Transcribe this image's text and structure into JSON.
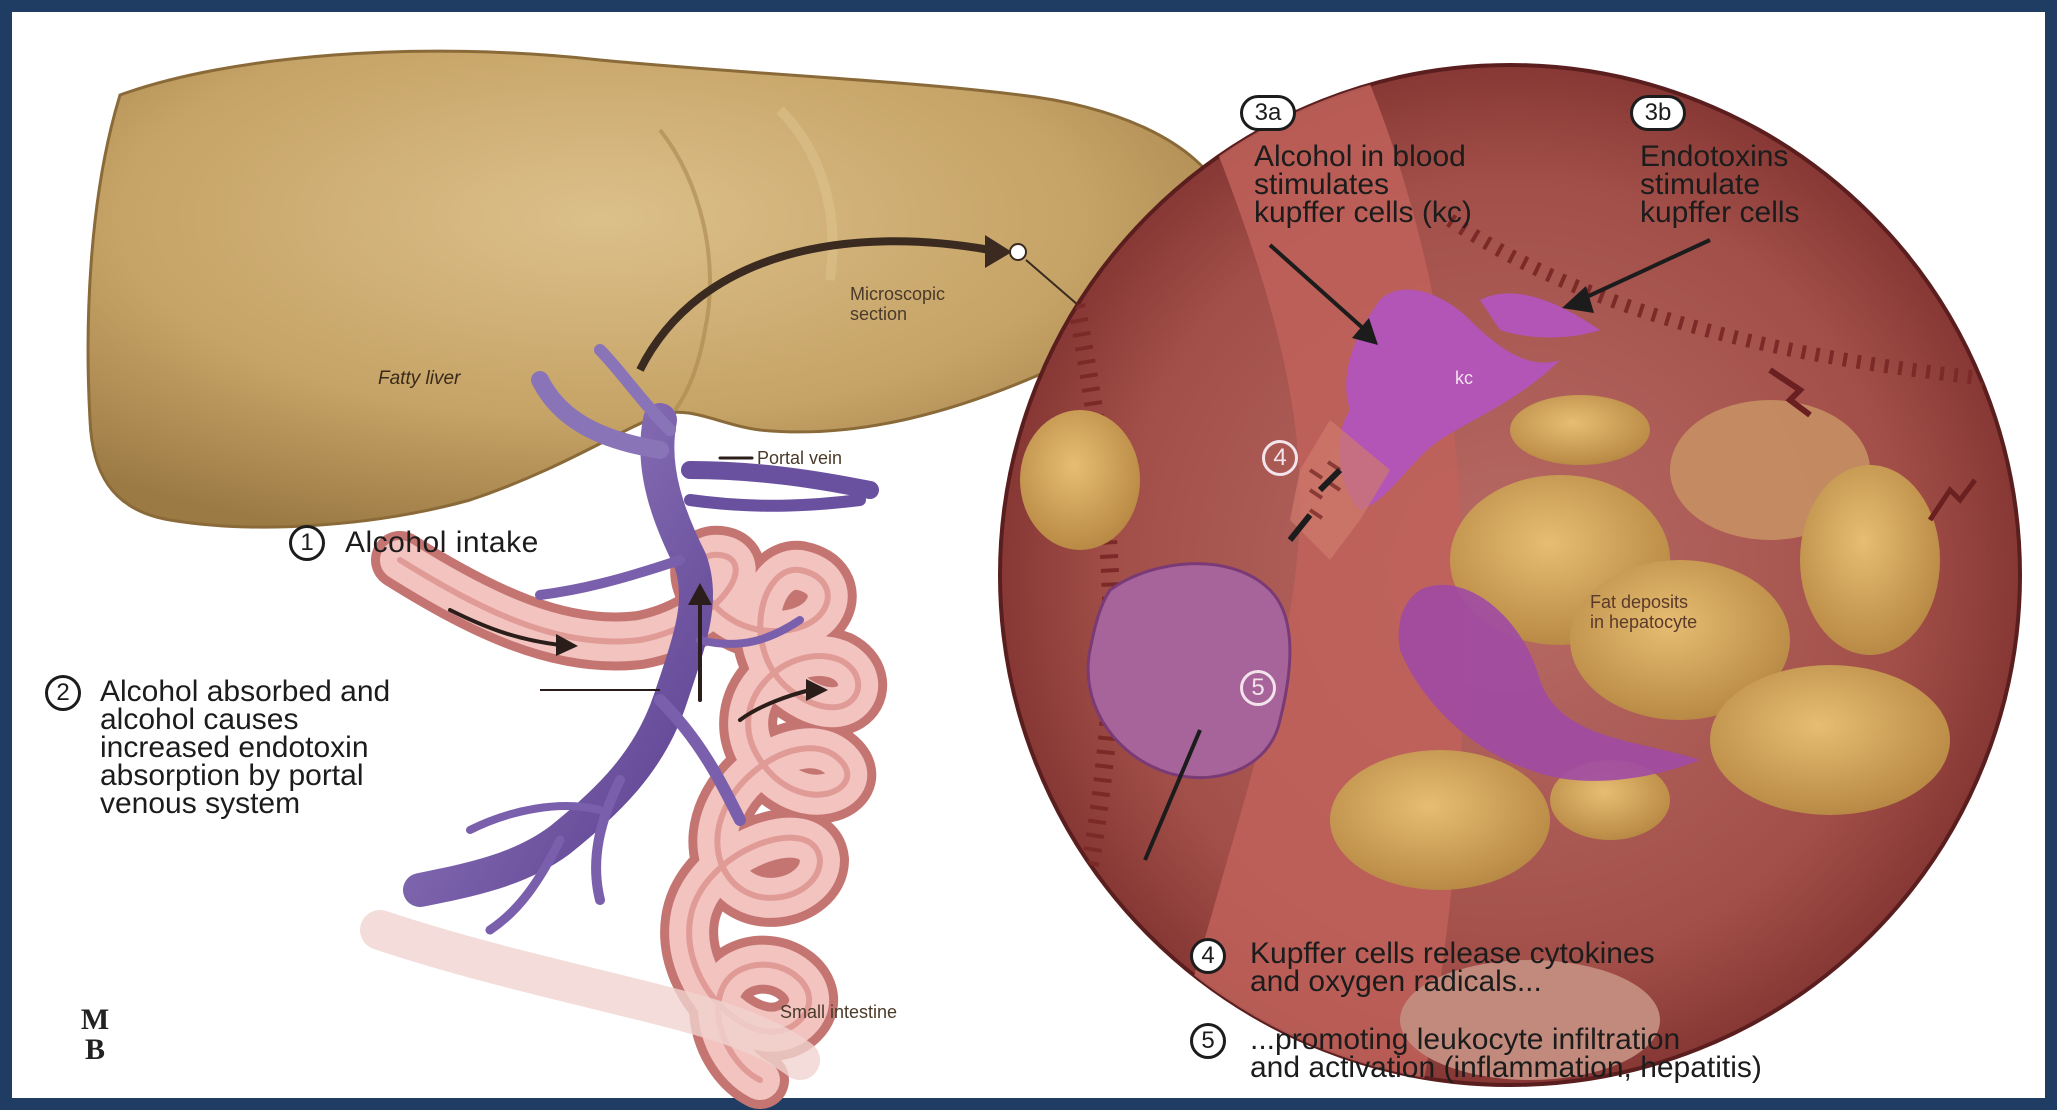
{
  "labels": {
    "fatty_liver": "Fatty liver",
    "microscopic_section": [
      "Microscopic",
      "section"
    ],
    "portal_vein": "Portal vein",
    "small_intestine": "Small intestine",
    "fat_deposits": [
      "Fat deposits",
      "in hepatocyte"
    ],
    "kc": "kc"
  },
  "steps": {
    "s1": {
      "num": "1",
      "text": [
        "Alcohol intake"
      ]
    },
    "s2": {
      "num": "2",
      "text": [
        "Alcohol absorbed and",
        "alcohol causes",
        "increased endotoxin",
        "absorption by portal",
        "venous system"
      ]
    },
    "s3a": {
      "num": "3a",
      "text": [
        "Alcohol in blood",
        "stimulates",
        "kupffer cells (kc)"
      ]
    },
    "s3b": {
      "num": "3b",
      "text": [
        "Endotoxins",
        "stimulate",
        "kupffer cells"
      ]
    },
    "s4": {
      "num": "4",
      "text": [
        "Kupffer cells release cytokines",
        "and oxygen radicals..."
      ]
    },
    "s5": {
      "num": "5",
      "text": [
        "...promoting leukocyte infiltration",
        "and activation (inflammation, hepatitis)"
      ]
    }
  },
  "overlay_nums": {
    "four": "4",
    "five": "5"
  },
  "logo": {
    "letters": [
      "M",
      "B"
    ]
  },
  "colors": {
    "border": "#1f3c62",
    "liver": "#c9a86a",
    "vein": "#7a5fa8",
    "intestine": "#e7a7a2",
    "tissue": "#b8564a",
    "fat": "#d9a758",
    "kupffer": "#b04ab8"
  }
}
